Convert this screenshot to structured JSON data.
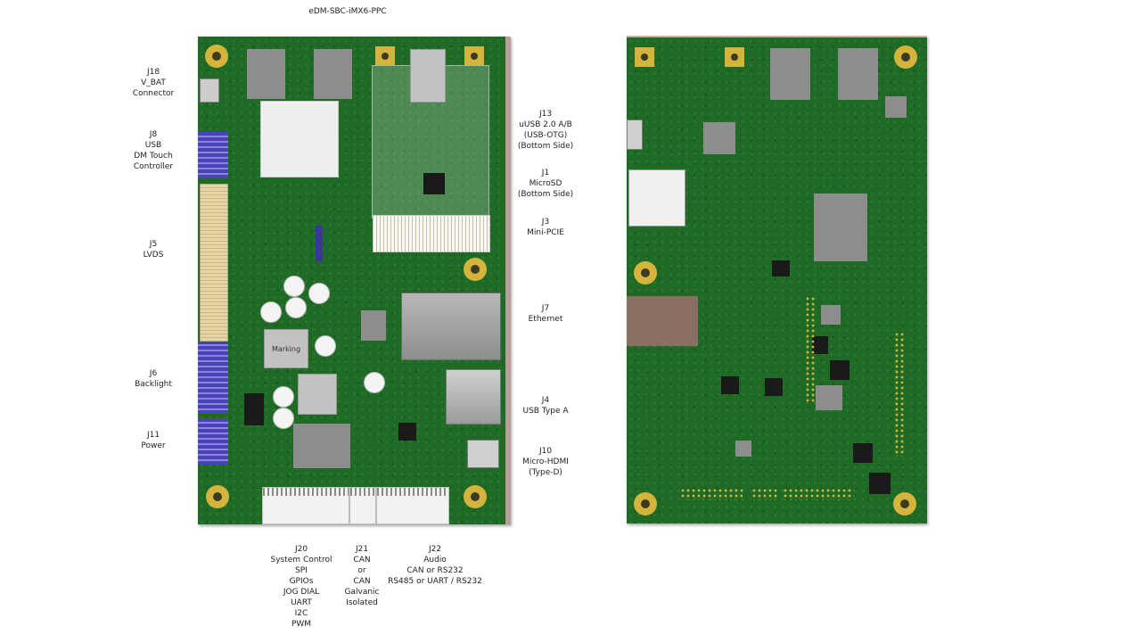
{
  "title": "eDM-SBC-iMX6-PPC",
  "labels_left": [
    {
      "id": "j18",
      "lines": [
        "J18",
        "V_BAT",
        "Connector"
      ]
    },
    {
      "id": "j8",
      "lines": [
        "J8",
        "USB",
        "DM Touch",
        "Controller"
      ]
    },
    {
      "id": "j5",
      "lines": [
        "J5",
        "LVDS"
      ]
    },
    {
      "id": "j6",
      "lines": [
        "J6",
        "Backlight"
      ]
    },
    {
      "id": "j11",
      "lines": [
        "J11",
        "Power"
      ]
    }
  ],
  "labels_right": [
    {
      "id": "j13",
      "lines": [
        "J13",
        "uUSB 2.0 A/B",
        "(USB-OTG)",
        "(Bottom Side)"
      ]
    },
    {
      "id": "j1",
      "lines": [
        "J1",
        "MicroSD",
        "(Bottom Side)"
      ]
    },
    {
      "id": "j3",
      "lines": [
        "J3",
        "Mini-PCIE"
      ]
    },
    {
      "id": "j7",
      "lines": [
        "J7",
        "Ethernet"
      ]
    },
    {
      "id": "j4",
      "lines": [
        "J4",
        "USB Type A"
      ]
    },
    {
      "id": "j10",
      "lines": [
        "J10",
        "Micro-HDMI",
        "(Type-D)"
      ]
    }
  ],
  "labels_bottom": [
    {
      "id": "j20",
      "lines": [
        "J20",
        "System Control",
        "SPI",
        "GPIOs",
        "JOG DIAL",
        "UART",
        "I2C",
        "PWM"
      ]
    },
    {
      "id": "j21",
      "lines": [
        "J21",
        "CAN",
        "or",
        "CAN",
        "Galvanic",
        "Isolated"
      ]
    },
    {
      "id": "j22",
      "lines": [
        "J22",
        "Audio",
        "CAN or RS232",
        "RS485 or UART / RS232"
      ]
    }
  ],
  "chip_text": "Marking",
  "colors": {
    "pcb_green": "#1f6b26",
    "mount_gold": "#d4b43c",
    "connector_blue": "#4a43b8"
  }
}
